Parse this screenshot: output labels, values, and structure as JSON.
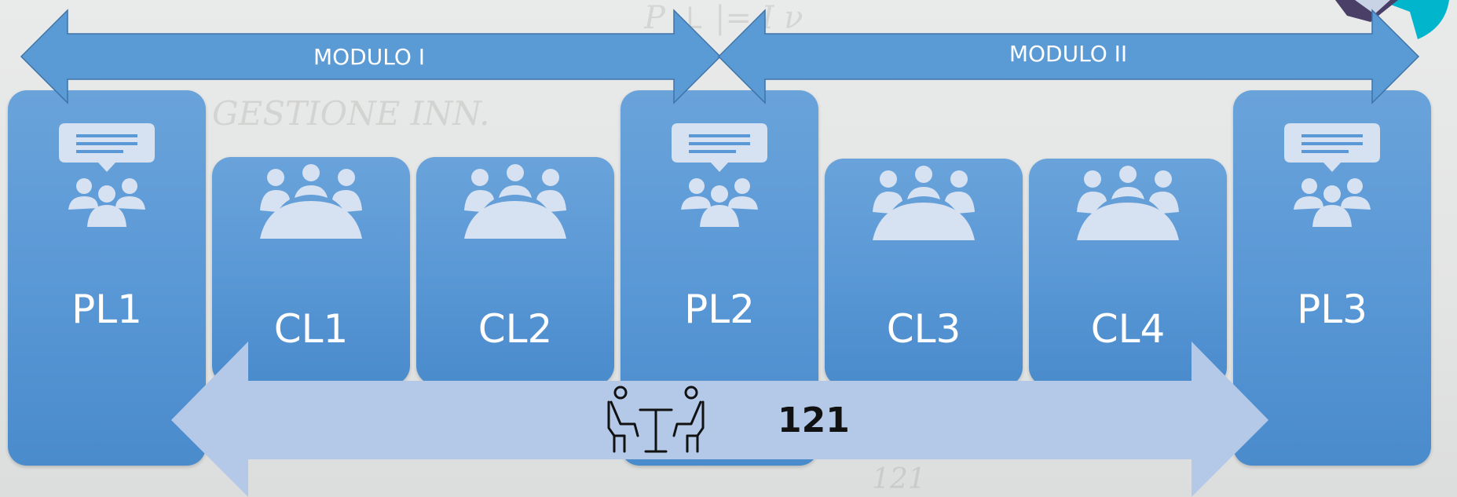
{
  "modules": [
    {
      "label": "MODULO I"
    },
    {
      "label": "MODULO II"
    }
  ],
  "cards": [
    {
      "label": "PL1",
      "kind": "plenary",
      "icon": "group-discussion-icon"
    },
    {
      "label": "CL1",
      "kind": "class",
      "icon": "meeting-table-icon"
    },
    {
      "label": "CL2",
      "kind": "class",
      "icon": "meeting-table-icon"
    },
    {
      "label": "PL2",
      "kind": "plenary",
      "icon": "group-discussion-icon"
    },
    {
      "label": "CL3",
      "kind": "class",
      "icon": "meeting-table-icon"
    },
    {
      "label": "CL4",
      "kind": "class",
      "icon": "meeting-table-icon"
    },
    {
      "label": "PL3",
      "kind": "plenary",
      "icon": "group-discussion-icon"
    }
  ],
  "bottom_bar": {
    "label": "121",
    "icon": "one-to-one-meeting-icon"
  },
  "colors": {
    "card": "#5b9bd5",
    "module_arrow": "#5b9bd5",
    "bottom_arrow": "#b4c9e8",
    "icon": "#d6e1f1"
  }
}
